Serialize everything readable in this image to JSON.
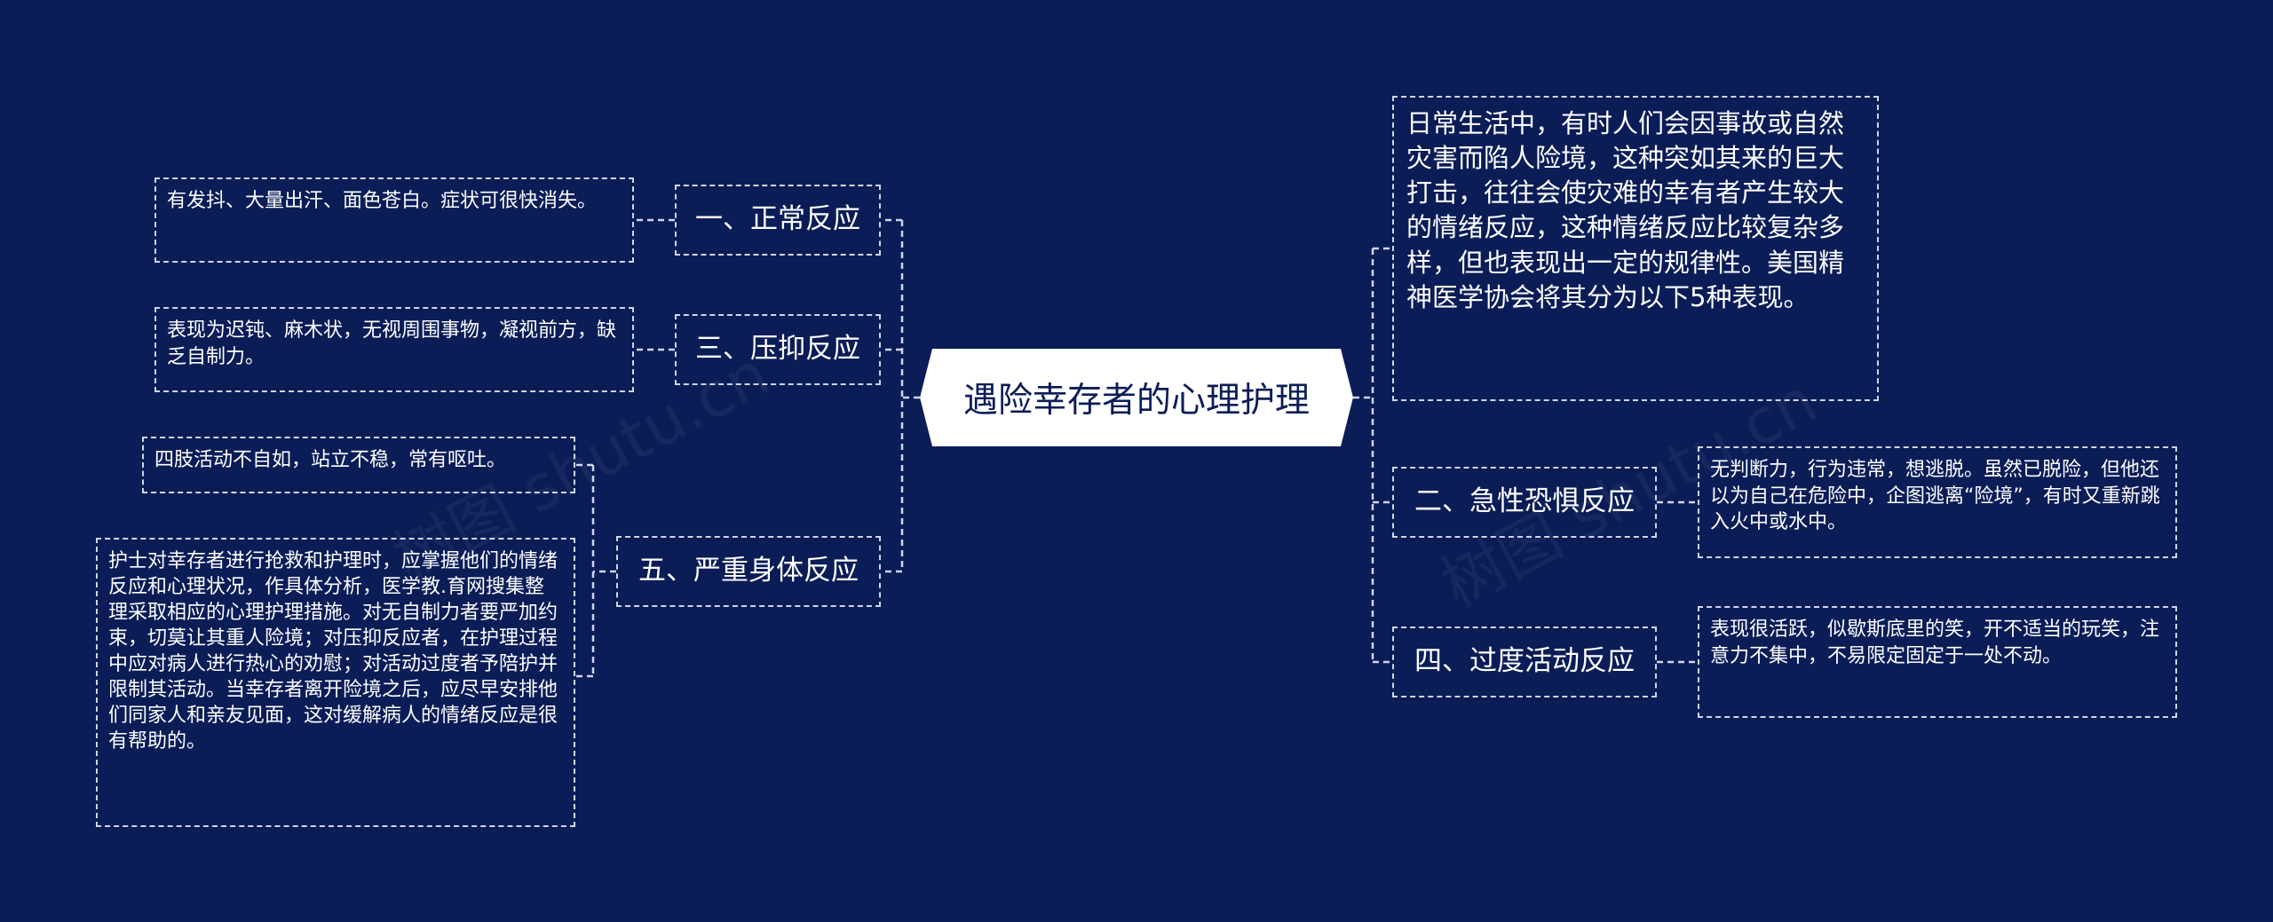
{
  "root": {
    "label": "遇险幸存者的心理护理"
  },
  "intro": "日常生活中，有时人们会因事故或自然灾害而陷人险境，这种突如其来的巨大打击，往往会使灾难的幸有者产生较大的情绪反应，这种情绪反应比较复杂多样，但也表现出一定的规律性。美国精神医学协会将其分为以下5种表现。",
  "left_topics": [
    {
      "label": "一、正常反应",
      "detail": "有发抖、大量出汗、面色苍白。症状可很快消失。"
    },
    {
      "label": "三、压抑反应",
      "detail": "表现为迟钝、麻木状，无视周围事物，凝视前方，缺乏自制力。"
    },
    {
      "label": "五、严重身体反应",
      "details": [
        "四肢活动不自如，站立不稳，常有呕吐。",
        "护士对幸存者进行抢救和护理时，应掌握他们的情绪反应和心理状况，作具体分析，医学教.育网搜集整理采取相应的心理护理措施。对无自制力者要严加约束，切莫让其重人险境；对压抑反应者，在护理过程中应对病人进行热心的劝慰；对活动过度者予陪护并限制其活动。当幸存者离开险境之后，应尽早安排他们同家人和亲友见面，这对缓解病人的情绪反应是很有帮助的。"
      ]
    }
  ],
  "right_topics": [
    {
      "label": "二、急性恐惧反应",
      "detail": "无判断力，行为违常，想逃脱。虽然已脱险，但他还以为自己在危险中，企图逃离“险境”，有时又重新跳入火中或水中。"
    },
    {
      "label": "四、过度活动反应",
      "detail": "表现很活跃，似歇斯底里的笑，开不适当的玩笑，注意力不集中，不易限定固定于一处不动。"
    }
  ],
  "colors": {
    "background": "#0b1d57",
    "line": "#cfd6ea",
    "root_fill": "#ffffff"
  }
}
